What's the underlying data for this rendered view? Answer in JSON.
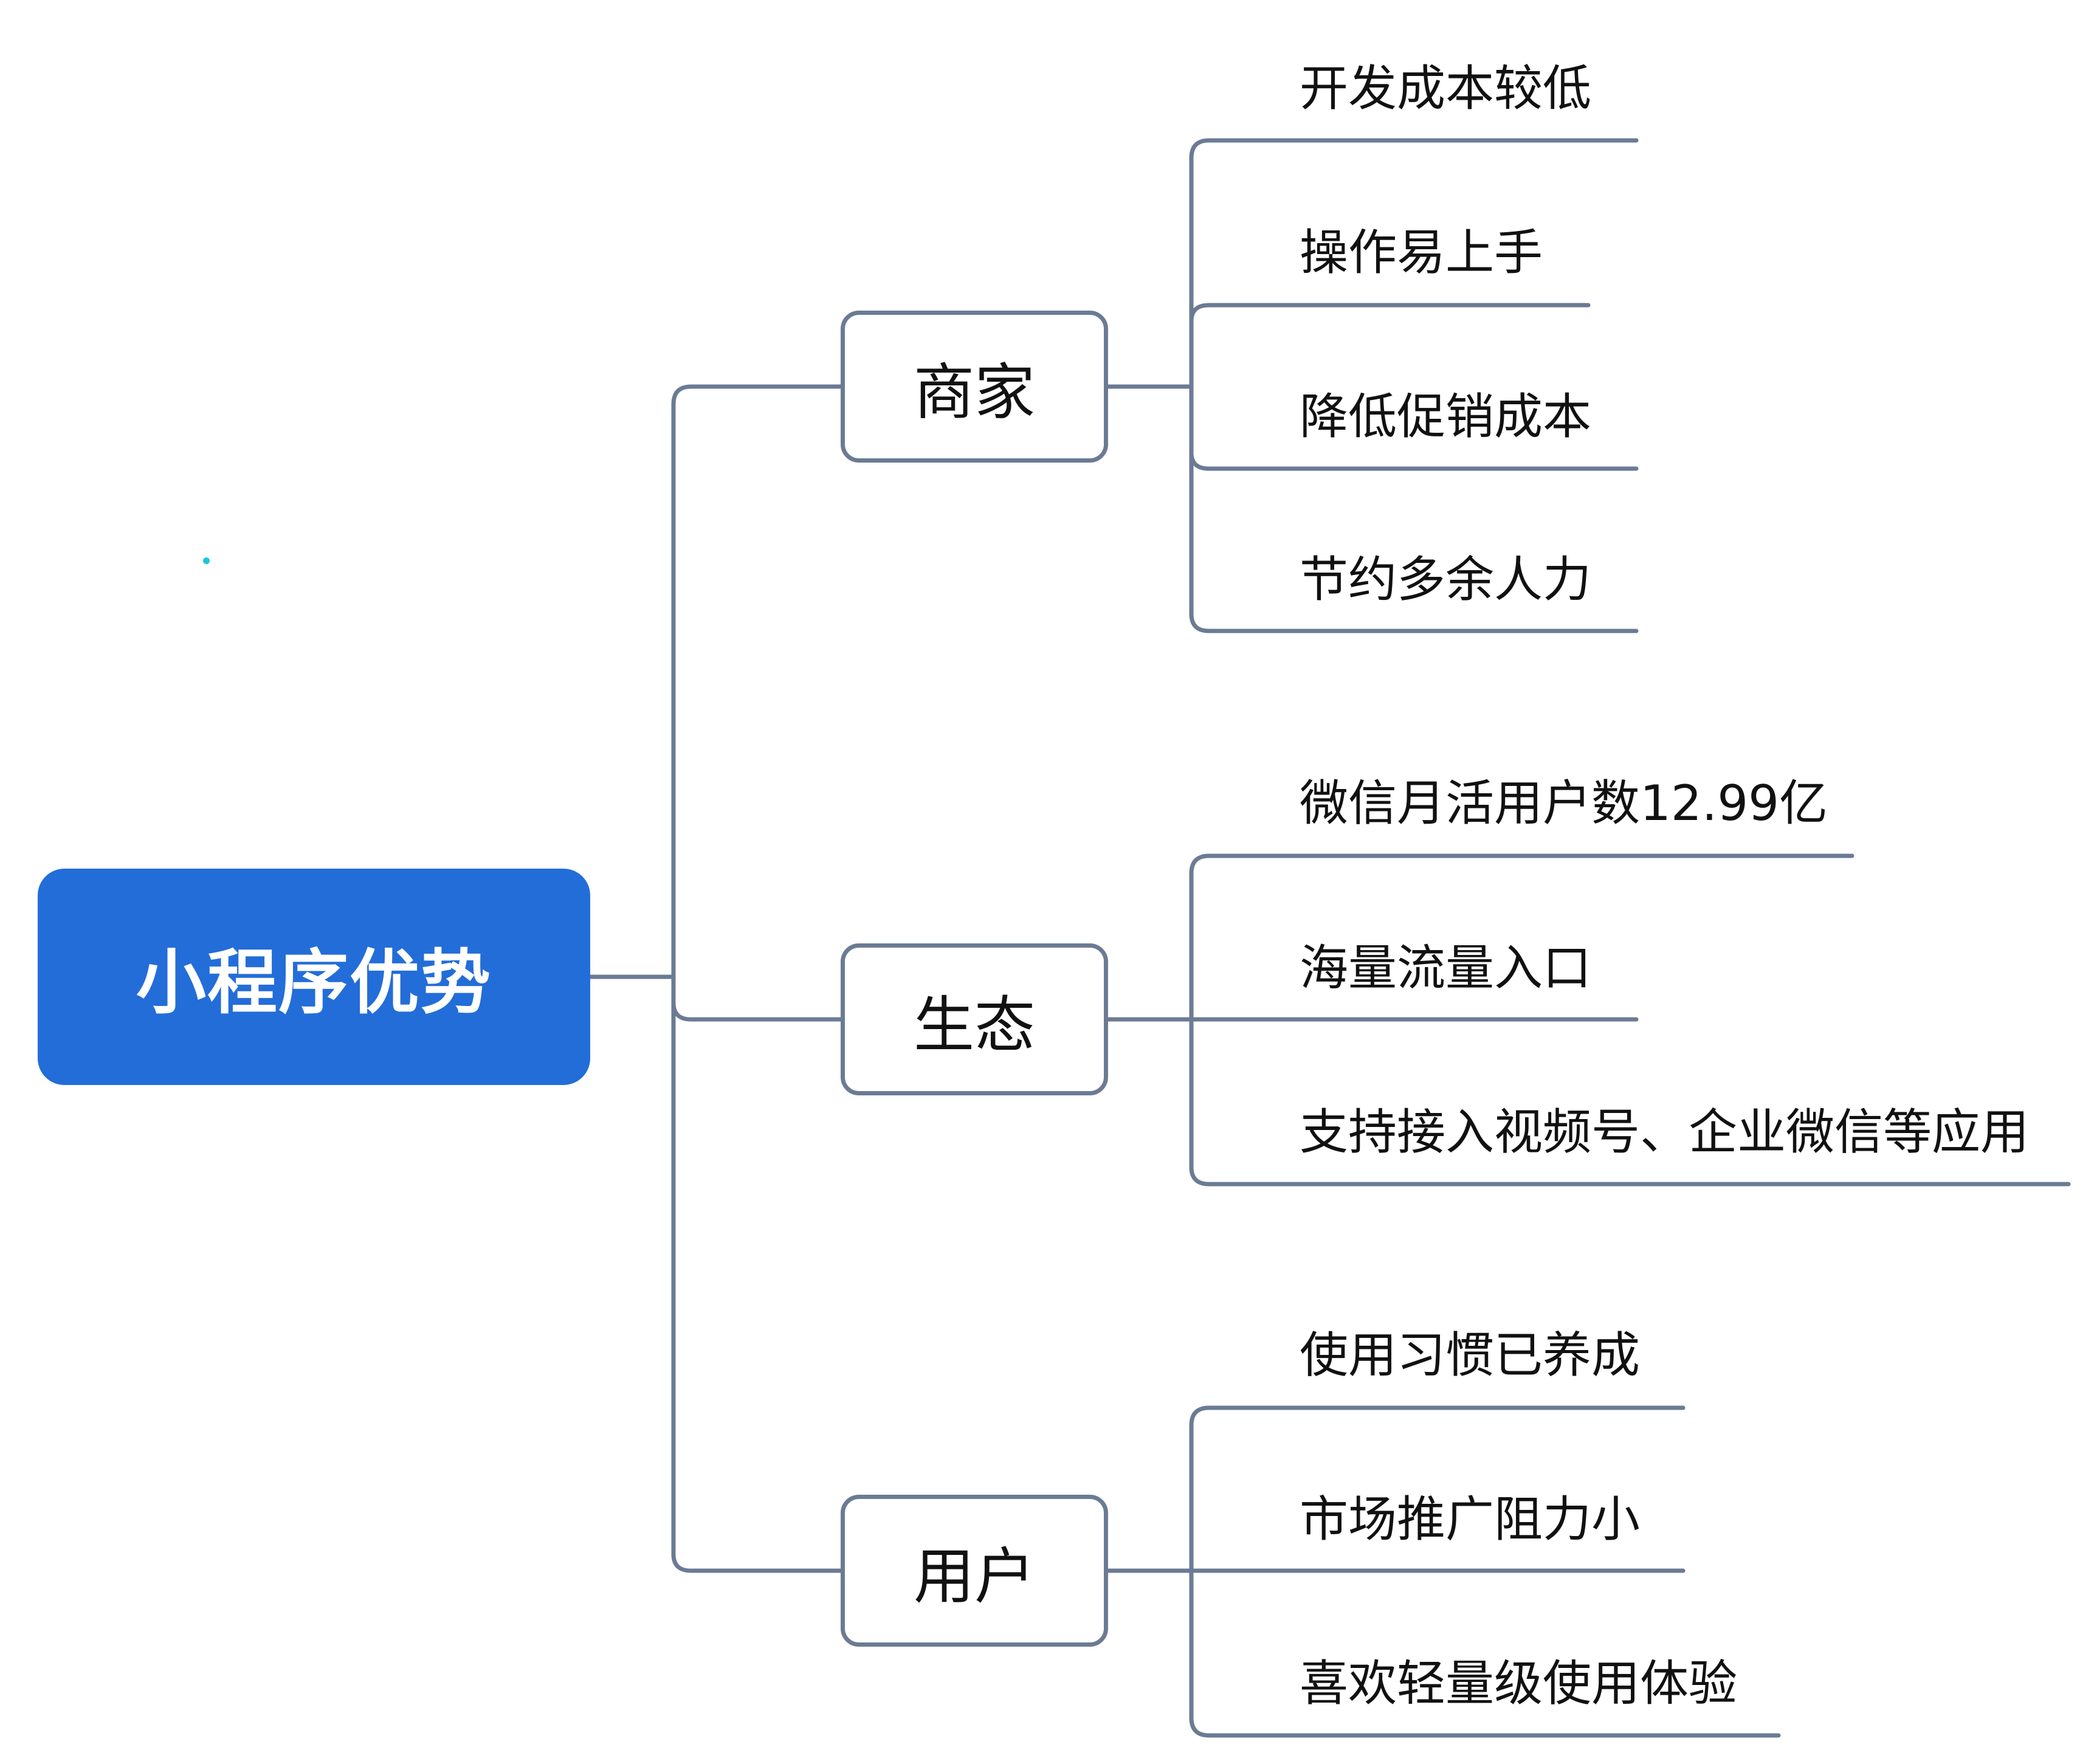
{
  "colors": {
    "root_fill": "#236dd9",
    "line": "#6b7b94",
    "accent_dot": "#1cc8d8"
  },
  "root": {
    "label": "小程序优势"
  },
  "branches": [
    {
      "label": "商家",
      "leaves": [
        "开发成本较低",
        "操作易上手",
        "降低促销成本",
        "节约多余人力"
      ]
    },
    {
      "label": "生态",
      "leaves": [
        "微信月活用户数12.99亿",
        "海量流量入口",
        "支持接入视频号、企业微信等应用"
      ]
    },
    {
      "label": "用户",
      "leaves": [
        "使用习惯已养成",
        "市场推广阻力小",
        "喜欢轻量级使用体验"
      ]
    }
  ]
}
